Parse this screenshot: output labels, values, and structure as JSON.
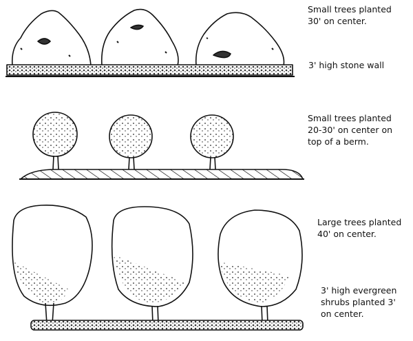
{
  "rows": [
    {
      "labels": [
        "Small trees planted\n30' on center.",
        "3' high stone wall"
      ]
    },
    {
      "labels": [
        "Small trees planted\n20-30' on center on\ntop of a berm."
      ]
    },
    {
      "labels": [
        "Large trees planted\n40' on center.",
        "3' high evergreen\nshrubs planted 3'\non center."
      ]
    }
  ]
}
